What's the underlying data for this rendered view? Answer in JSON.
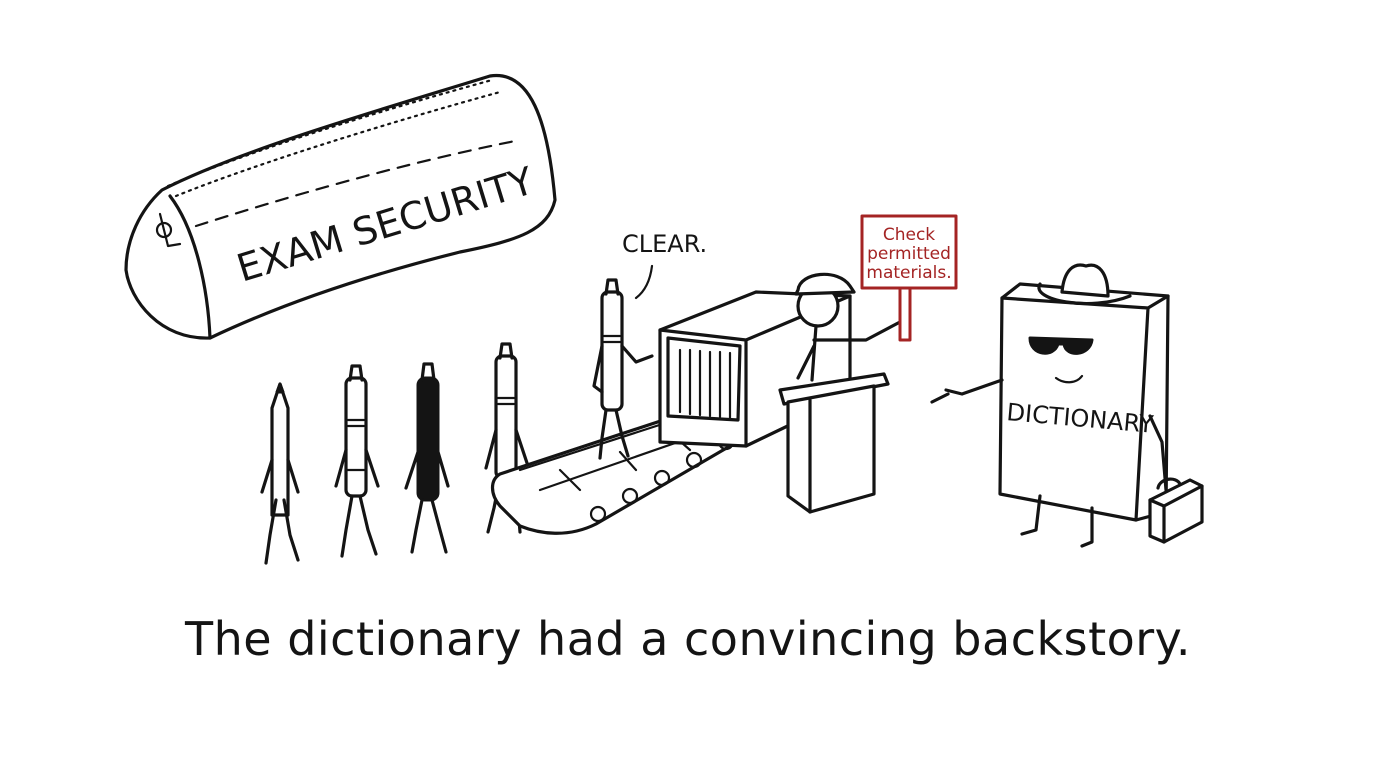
{
  "pencil_case": {
    "label": "EXAM SECURITY"
  },
  "speech_bubble": {
    "text": "CLEAR."
  },
  "sign": {
    "lines": [
      "Check",
      "permitted",
      "materials."
    ]
  },
  "dictionary": {
    "label": "DICTIONARY"
  },
  "caption": "The dictionary had a convincing backstory.",
  "colors": {
    "ink": "#141414",
    "sign_red": "#a42424",
    "background": "#ffffff"
  }
}
